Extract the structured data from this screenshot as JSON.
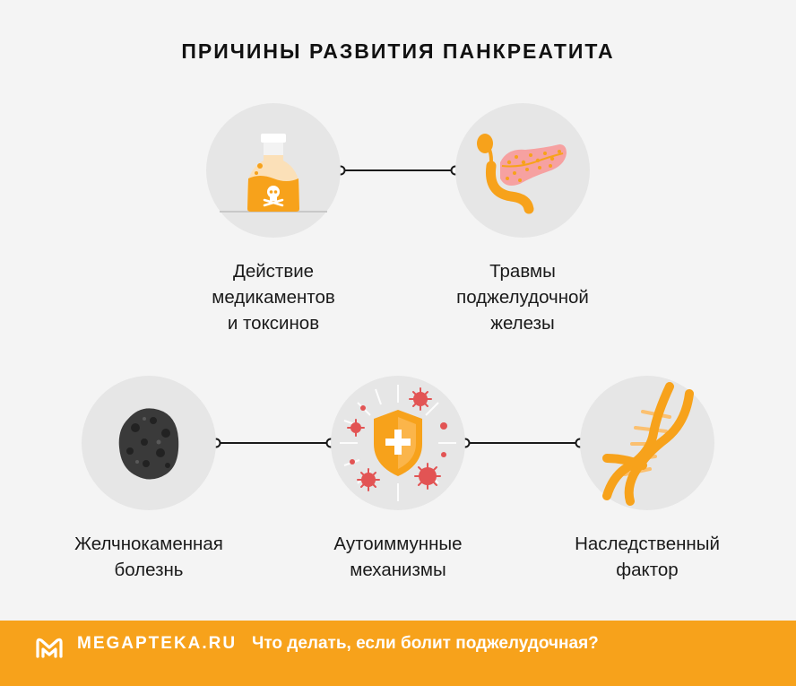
{
  "title": "ПРИЧИНЫ РАЗВИТИЯ ПАНКРЕАТИТА",
  "colors": {
    "background": "#f4f4f4",
    "circle": "#e6e6e6",
    "accent_orange": "#f7a21b",
    "virus_red": "#e25454",
    "connector": "#1a1a1a"
  },
  "causes": [
    {
      "id": "toxins",
      "icon": "poison-bottle-icon",
      "lines": [
        "Действие",
        "медикаментов",
        "и токсинов"
      ]
    },
    {
      "id": "trauma",
      "icon": "pancreas-icon",
      "lines": [
        "Травмы",
        "поджелудочной",
        "железы"
      ]
    },
    {
      "id": "gallstone",
      "icon": "gallstone-icon",
      "lines": [
        "Желчнокаменная",
        "болезнь"
      ]
    },
    {
      "id": "autoimmune",
      "icon": "shield-virus-icon",
      "lines": [
        "Аутоиммунные",
        "механизмы"
      ]
    },
    {
      "id": "heredity",
      "icon": "dna-icon",
      "lines": [
        "Наследственный",
        "фактор"
      ]
    }
  ],
  "links": [
    {
      "from": "toxins",
      "to": "trauma"
    },
    {
      "from": "gallstone",
      "to": "autoimmune"
    },
    {
      "from": "autoimmune",
      "to": "heredity"
    }
  ],
  "footer": {
    "logo_icon": "megapteka-logo-icon",
    "brand": "MEGAPTEKA.RU",
    "link_text": "Что делать, если болит поджелудочная?"
  }
}
